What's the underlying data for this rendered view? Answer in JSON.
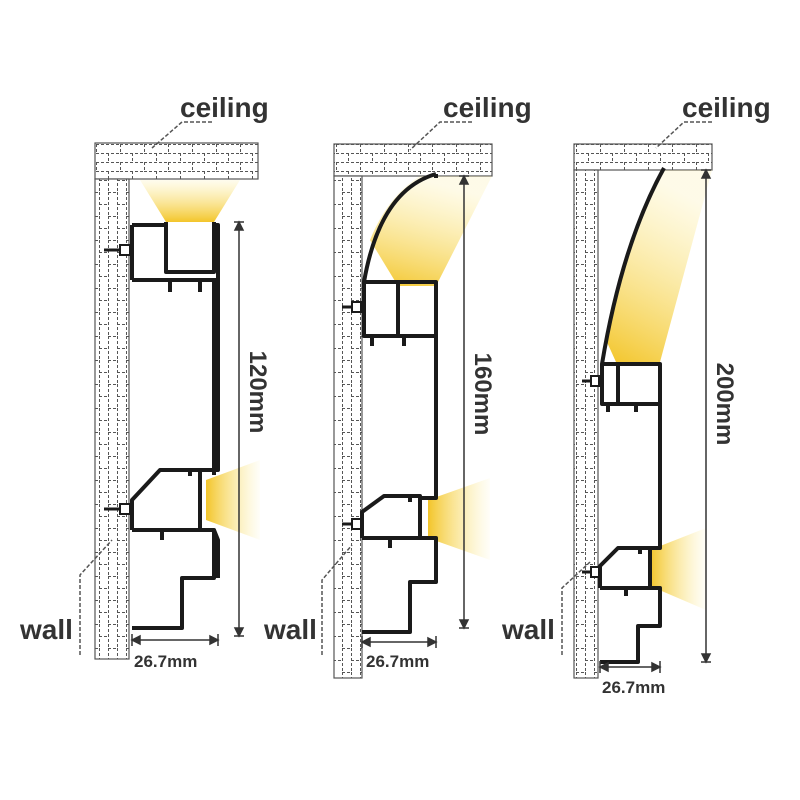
{
  "colors": {
    "outline": "#1a1a1a",
    "brick": "#555555",
    "light": "#f6d33c",
    "text": "#333333"
  },
  "panels": [
    {
      "id": "p120",
      "ceiling_label": "ceiling",
      "wall_label": "wall",
      "height_label": "120mm",
      "width_label": "26.7mm",
      "variant": "square"
    },
    {
      "id": "p160",
      "ceiling_label": "ceiling",
      "wall_label": "wall",
      "height_label": "160mm",
      "width_label": "26.7mm",
      "variant": "curve"
    },
    {
      "id": "p200",
      "ceiling_label": "ceiling",
      "wall_label": "wall",
      "height_label": "200mm",
      "width_label": "26.7mm",
      "variant": "curve"
    }
  ]
}
